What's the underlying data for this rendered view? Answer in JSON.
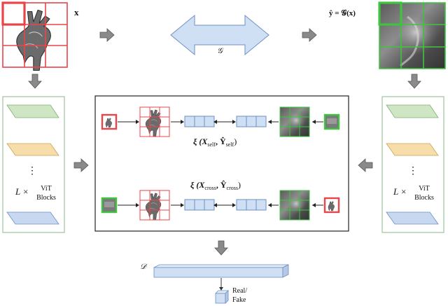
{
  "labels": {
    "x": "x",
    "y_hat": "ŷ = 𝒢(x)",
    "generator": "𝒢",
    "vit_prefix_left": "L ×",
    "vit_line1_left": "ViT",
    "vit_line2_left": "Blocks",
    "dots_left": "⋮",
    "vit_prefix_right": "L ×",
    "vit_line1_right": "ViT",
    "vit_line2_right": "Blocks",
    "dots_right": "⋮",
    "xi_self": "ξ (X",
    "xi_self_sub": "self",
    "xi_self_mid": ", Ŷ",
    "xi_self_sub2": "self",
    "xi_self_end": ")",
    "xi_cross": "ξ (X",
    "xi_cross_sub": "cross",
    "xi_cross_mid": ", Ŷ",
    "xi_cross_sub2": "cross",
    "xi_cross_end": ")",
    "discriminator": "𝒟",
    "output_line1": "Real/",
    "output_line2": "Fake"
  },
  "colors": {
    "red": "#e8454a",
    "green": "#3fc43f",
    "blue_fill": "#cfe0f5",
    "blue_stroke": "#6c8fc4",
    "green_layer": "#cfe6c4",
    "yellow_layer": "#f7ddaa",
    "blue_layer": "#c9d8f1",
    "gray_arrow": "#8a8a8a",
    "panel_green": "#9bc49b"
  }
}
